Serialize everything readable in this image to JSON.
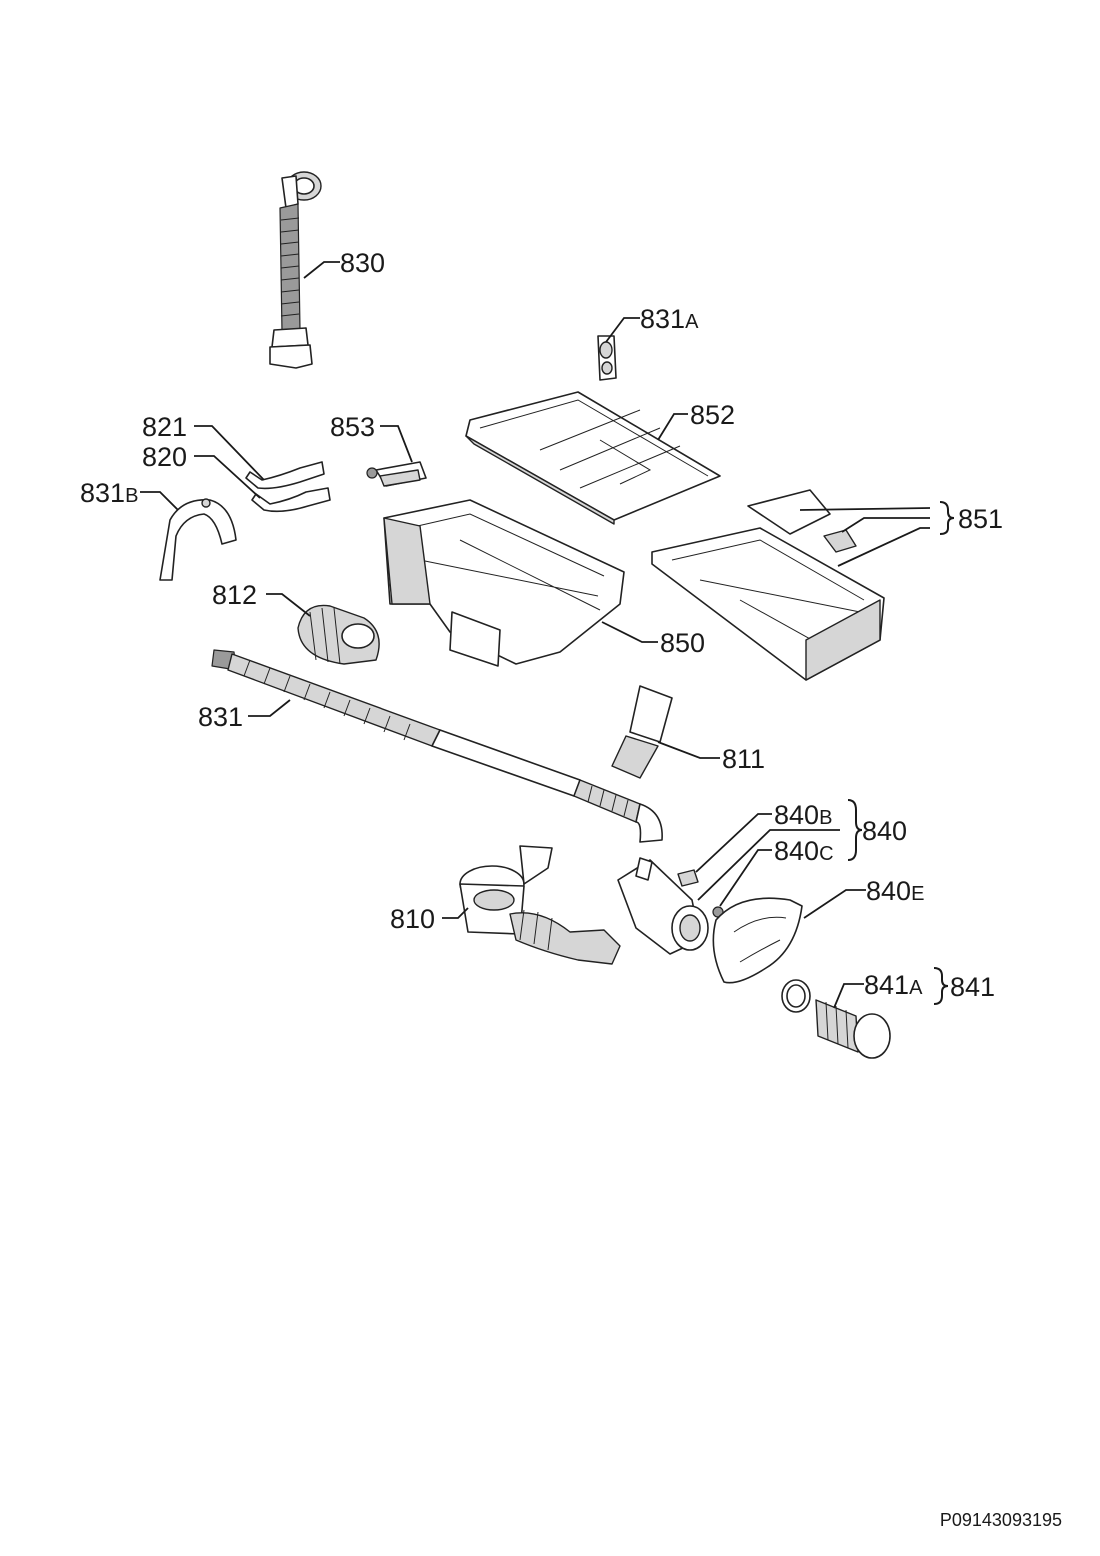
{
  "labels": {
    "p830": "830",
    "p831a_num": "831",
    "p831a_suf": "A",
    "p852": "852",
    "p821": "821",
    "p853": "853",
    "p820": "820",
    "p831b_num": "831",
    "p831b_suf": "B",
    "p851": "851",
    "p812": "812",
    "p850": "850",
    "p831": "831",
    "p811": "811",
    "p840b_num": "840",
    "p840b_suf": "B",
    "p840": "840",
    "p840c_num": "840",
    "p840c_suf": "C",
    "p840e_num": "840",
    "p840e_suf": "E",
    "p810": "810",
    "p841a_num": "841",
    "p841a_suf": "A",
    "p841": "841"
  },
  "footer": {
    "drawing_code": "P09143093195"
  }
}
